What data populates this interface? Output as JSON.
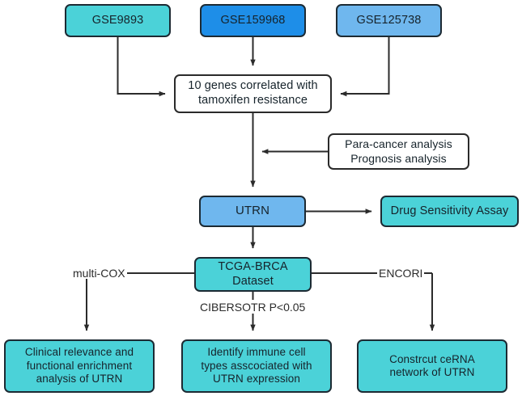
{
  "diagram": {
    "title": "UTRN tamoxifen resistance analysis workflow",
    "colors": {
      "teal": "#4bd2d8",
      "blue": "#1e8ee8",
      "light_blue": "#6fb7ee",
      "white": "#ffffff",
      "stroke": "#1c2a33",
      "arrow": "#2b2b2b",
      "background": "#ffffff"
    },
    "nodes": {
      "gse9893": "GSE9893",
      "gse159968": "GSE159968",
      "gse125738": "GSE125738",
      "ten_genes": "10 genes correlated with\ntamoxifen resistance",
      "para_cancer": "Para-cancer analysis\nPrognosis analysis",
      "utrn": "UTRN",
      "drug_sensitivity": "Drug Sensitivity Assay",
      "tcga_brca": "TCGA-BRCA\nDataset",
      "clinical": "Clinical relevance and\nfunctional enrichment\nanalysis of UTRN",
      "immune": "Identify immune cell\ntypes asscociated with\nUTRN expression",
      "cerna": "Constrcut ceRNA\nnetwork of UTRN"
    },
    "edge_labels": {
      "multi_cox": "multi-COX",
      "encori": "ENCORI",
      "cibersotr": "CIBERSOTR P<0.05"
    }
  }
}
